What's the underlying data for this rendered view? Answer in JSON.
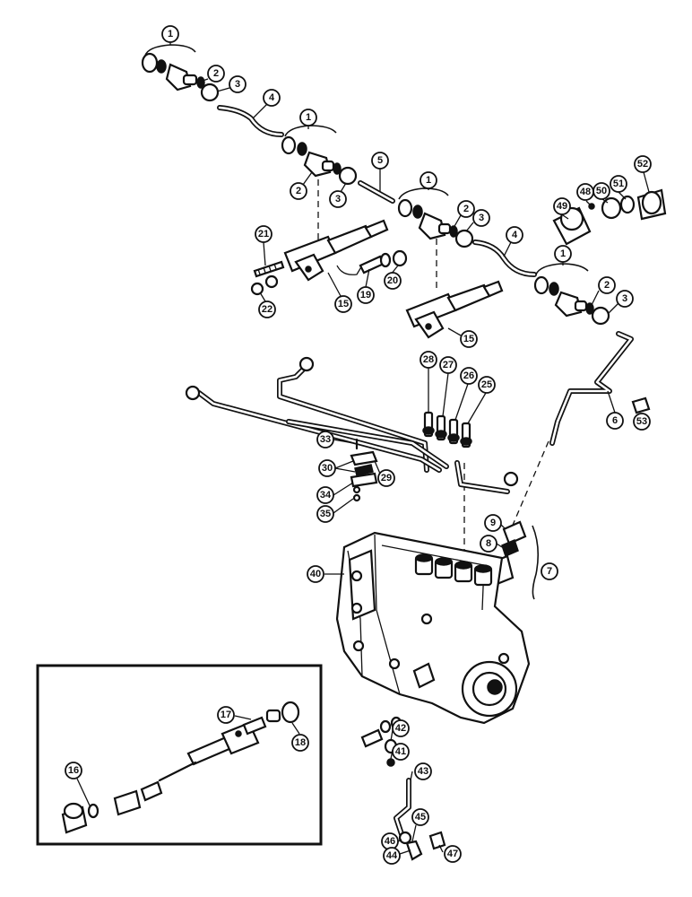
{
  "callouts": [
    {
      "id": "c1a",
      "label": "1"
    },
    {
      "id": "c2a",
      "label": "2"
    },
    {
      "id": "c3a",
      "label": "3"
    },
    {
      "id": "c4a",
      "label": "4"
    },
    {
      "id": "c1b",
      "label": "1"
    },
    {
      "id": "c2b",
      "label": "2"
    },
    {
      "id": "c3b",
      "label": "3"
    },
    {
      "id": "c5",
      "label": "5"
    },
    {
      "id": "c1c",
      "label": "1"
    },
    {
      "id": "c2c",
      "label": "2"
    },
    {
      "id": "c3c",
      "label": "3"
    },
    {
      "id": "c4b",
      "label": "4"
    },
    {
      "id": "c1d",
      "label": "1"
    },
    {
      "id": "c2d",
      "label": "2"
    },
    {
      "id": "c3d",
      "label": "3"
    },
    {
      "id": "c21",
      "label": "21"
    },
    {
      "id": "c22",
      "label": "22"
    },
    {
      "id": "c15a",
      "label": "15"
    },
    {
      "id": "c19",
      "label": "19"
    },
    {
      "id": "c20",
      "label": "20"
    },
    {
      "id": "c15b",
      "label": "15"
    },
    {
      "id": "c49",
      "label": "49"
    },
    {
      "id": "c48",
      "label": "48"
    },
    {
      "id": "c50",
      "label": "50"
    },
    {
      "id": "c51",
      "label": "51"
    },
    {
      "id": "c52",
      "label": "52"
    },
    {
      "id": "c28",
      "label": "28"
    },
    {
      "id": "c27",
      "label": "27"
    },
    {
      "id": "c26",
      "label": "26"
    },
    {
      "id": "c25",
      "label": "25"
    },
    {
      "id": "c6",
      "label": "6"
    },
    {
      "id": "c53",
      "label": "53"
    },
    {
      "id": "c33",
      "label": "33"
    },
    {
      "id": "c30",
      "label": "30"
    },
    {
      "id": "c29",
      "label": "29"
    },
    {
      "id": "c34",
      "label": "34"
    },
    {
      "id": "c35",
      "label": "35"
    },
    {
      "id": "c9",
      "label": "9"
    },
    {
      "id": "c8",
      "label": "8"
    },
    {
      "id": "c7",
      "label": "7"
    },
    {
      "id": "c40",
      "label": "40"
    },
    {
      "id": "c17",
      "label": "17"
    },
    {
      "id": "c18",
      "label": "18"
    },
    {
      "id": "c16",
      "label": "16"
    },
    {
      "id": "c42",
      "label": "42"
    },
    {
      "id": "c41",
      "label": "41"
    },
    {
      "id": "c43",
      "label": "43"
    },
    {
      "id": "c45",
      "label": "45"
    },
    {
      "id": "c46",
      "label": "46"
    },
    {
      "id": "c44",
      "label": "44"
    },
    {
      "id": "c47",
      "label": "47"
    }
  ]
}
